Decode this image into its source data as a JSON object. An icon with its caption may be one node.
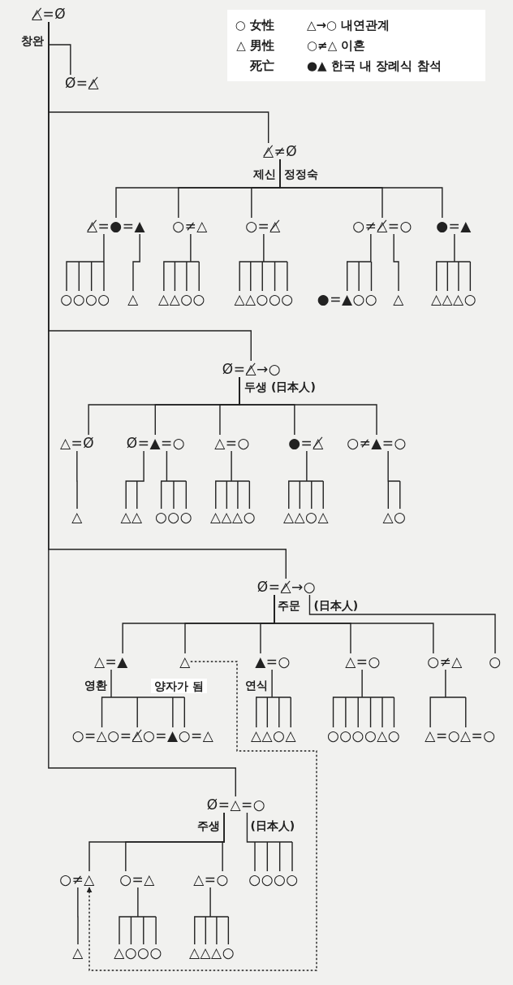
{
  "diagram": {
    "nodes": [
      {
        "text": [
          "△̸=Ø"
        ],
        "beside": [
          "창완"
        ]
      },
      {
        "text": [
          "Ø=△̸"
        ]
      },
      {
        "text": [
          "△̸≠Ø"
        ],
        "beside": [
          "제신",
          "정정숙"
        ]
      },
      {
        "text": [
          "△̸=●=▲"
        ]
      },
      {
        "text": [
          "○≠△"
        ]
      },
      {
        "text": [
          "○=△̸"
        ]
      },
      {
        "text": [
          "○≠△̸=○"
        ]
      },
      {
        "text": [
          "●=▲"
        ]
      },
      {
        "text": [
          "○○○○"
        ]
      },
      {
        "text": [
          "△"
        ]
      },
      {
        "text": [
          "△△○○"
        ]
      },
      {
        "text": [
          "△△○○○"
        ]
      },
      {
        "text": [
          "●=▲○○"
        ]
      },
      {
        "text": [
          "△"
        ]
      },
      {
        "text": [
          "△△△○"
        ]
      },
      {
        "text": [
          "Ø=△̸→○"
        ],
        "beside": [
          "두생 (日本人)"
        ]
      },
      {
        "text": [
          "△=Ø"
        ]
      },
      {
        "text": [
          "Ø=▲=○"
        ]
      },
      {
        "text": [
          "△=○"
        ]
      },
      {
        "text": [
          "●=△̸"
        ]
      },
      {
        "text": [
          "○≠▲=○"
        ]
      },
      {
        "text": [
          "△"
        ]
      },
      {
        "text": [
          "△△"
        ]
      },
      {
        "text": [
          "○○○"
        ]
      },
      {
        "text": [
          "△△△○"
        ]
      },
      {
        "text": [
          "△△○△"
        ]
      },
      {
        "text": [
          "△○"
        ]
      },
      {
        "text": [
          "Ø=△̸→○"
        ],
        "beside": [
          "주문",
          "(日本人)"
        ]
      },
      {
        "text": [
          "△=▲"
        ],
        "beside": [
          "영환"
        ]
      },
      {
        "text": [
          "△"
        ],
        "beside": [
          "양자가 됨"
        ]
      },
      {
        "text": [
          "▲=○"
        ],
        "beside": [
          "연식"
        ]
      },
      {
        "text": [
          "△=○"
        ]
      },
      {
        "text": [
          "○≠△"
        ]
      },
      {
        "text": [
          "○"
        ]
      },
      {
        "text": [
          "○=△○=△̸○=▲○=△"
        ]
      },
      {
        "text": [
          "△△○△"
        ]
      },
      {
        "text": [
          "○○○○△○"
        ]
      },
      {
        "text": [
          "△=○△=○"
        ]
      },
      {
        "text": [
          "Ø=△=○"
        ],
        "beside": [
          "주생",
          "(日本人)"
        ]
      },
      {
        "text": [
          "○≠△"
        ]
      },
      {
        "text": [
          "○=△"
        ]
      },
      {
        "text": [
          "△=○"
        ]
      },
      {
        "text": [
          "○○○○"
        ]
      },
      {
        "text": [
          "△"
        ]
      },
      {
        "text": [
          "△○○○"
        ]
      },
      {
        "text": [
          "△△△○"
        ]
      }
    ],
    "edges": [
      {
        "from": 0,
        "to": 1,
        "arrow": "none"
      },
      {
        "from": 0,
        "to": 2,
        "arrow": "none"
      },
      {
        "from": 0,
        "to": 15,
        "arrow": "none"
      },
      {
        "from": 0,
        "to": 27,
        "arrow": "none"
      },
      {
        "from": 0,
        "to": 38,
        "arrow": "none"
      },
      {
        "from": 2,
        "to": 3,
        "arrow": "none"
      },
      {
        "from": 2,
        "to": 4,
        "arrow": "none"
      },
      {
        "from": 2,
        "to": 5,
        "arrow": "none"
      },
      {
        "from": 2,
        "to": 6,
        "arrow": "none"
      },
      {
        "from": 2,
        "to": 7,
        "arrow": "none"
      },
      {
        "from": 3,
        "to": 8,
        "arrow": "none"
      },
      {
        "from": 3,
        "to": 9,
        "arrow": "none"
      },
      {
        "from": 4,
        "to": 10,
        "arrow": "none"
      },
      {
        "from": 5,
        "to": 11,
        "arrow": "none"
      },
      {
        "from": 6,
        "to": 12,
        "arrow": "none"
      },
      {
        "from": 6,
        "to": 13,
        "arrow": "none"
      },
      {
        "from": 7,
        "to": 14,
        "arrow": "none"
      },
      {
        "from": 15,
        "to": 16,
        "arrow": "none"
      },
      {
        "from": 15,
        "to": 17,
        "arrow": "none"
      },
      {
        "from": 15,
        "to": 18,
        "arrow": "none"
      },
      {
        "from": 15,
        "to": 19,
        "arrow": "none"
      },
      {
        "from": 15,
        "to": 20,
        "arrow": "none"
      },
      {
        "from": 16,
        "to": 21,
        "arrow": "none"
      },
      {
        "from": 17,
        "to": 22,
        "arrow": "none"
      },
      {
        "from": 17,
        "to": 23,
        "arrow": "none"
      },
      {
        "from": 18,
        "to": 24,
        "arrow": "none"
      },
      {
        "from": 19,
        "to": 25,
        "arrow": "none"
      },
      {
        "from": 20,
        "to": 26,
        "arrow": "none"
      },
      {
        "from": 27,
        "to": 28,
        "arrow": "none"
      },
      {
        "from": 27,
        "to": 29,
        "arrow": "none"
      },
      {
        "from": 27,
        "to": 30,
        "arrow": "none"
      },
      {
        "from": 27,
        "to": 31,
        "arrow": "none"
      },
      {
        "from": 27,
        "to": 32,
        "arrow": "none"
      },
      {
        "from": 27,
        "to": 33,
        "arrow": "none"
      },
      {
        "from": 28,
        "to": 34,
        "arrow": "none"
      },
      {
        "from": 30,
        "to": 35,
        "arrow": "none"
      },
      {
        "from": 31,
        "to": 36,
        "arrow": "none"
      },
      {
        "from": 32,
        "to": 37,
        "arrow": "none"
      },
      {
        "from": 29,
        "to": 39,
        "arrow": "to",
        "style": "dashed"
      },
      {
        "from": 38,
        "to": 39,
        "arrow": "none"
      },
      {
        "from": 38,
        "to": 40,
        "arrow": "none"
      },
      {
        "from": 38,
        "to": 41,
        "arrow": "none"
      },
      {
        "from": 38,
        "to": 42,
        "arrow": "none"
      },
      {
        "from": 39,
        "to": 43,
        "arrow": "none"
      },
      {
        "from": 40,
        "to": 44,
        "arrow": "none"
      },
      {
        "from": 41,
        "to": 45,
        "arrow": "none"
      }
    ],
    "legend": [
      {
        "text": "○ 女性"
      },
      {
        "text": "△→○ 내연관계"
      },
      {
        "text": "△ 男性"
      },
      {
        "text": "○≠△ 이혼"
      },
      {
        "text": "死亡"
      },
      {
        "text": "●▲ 한국 내 장례식 참석"
      }
    ]
  }
}
